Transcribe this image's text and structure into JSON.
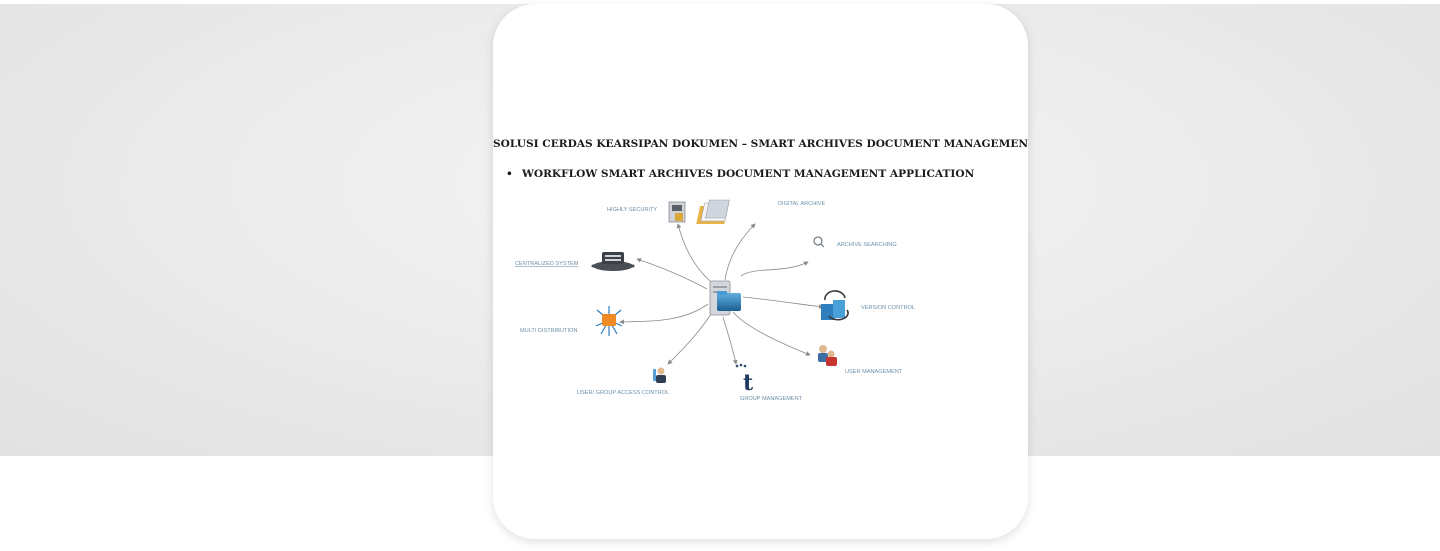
{
  "document": {
    "title": "SOLUSI CERDAS KEARSIPAN DOKUMEN – SMART ARCHIVES DOCUMENT MANAGEMENT",
    "bullet": "WORKFLOW SMART ARCHIVES DOCUMENT MANAGEMENT APPLICATION"
  },
  "diagram": {
    "hub_icon": "server-folder-icon",
    "nodes": [
      {
        "label": "HIGHLY SECURITY",
        "icon": "printer-lock-icon"
      },
      {
        "label": "DIGITAL ARCHIVE",
        "icon": "folders-icon"
      },
      {
        "label": "ARCHIVE SEARCHING",
        "icon": "search-icon"
      },
      {
        "label": "VERSION CONTROL",
        "icon": "sync-icon"
      },
      {
        "label": "USER MANAGEMENT",
        "icon": "users-icon"
      },
      {
        "label": "GROUP MANAGEMENT",
        "icon": "group-t-icon"
      },
      {
        "label": "USER/ GROUP ACCESS CONTROL",
        "icon": "user-access-icon"
      },
      {
        "label": "MULTI DISTRIBUTION",
        "icon": "distribution-icon"
      },
      {
        "label": "CENTRALIZED SYSTEM",
        "icon": "gear-server-icon"
      }
    ],
    "colors": {
      "label": "#6d8fa8",
      "arrow": "#8a8a8a",
      "background": "#e6e6e6"
    }
  }
}
